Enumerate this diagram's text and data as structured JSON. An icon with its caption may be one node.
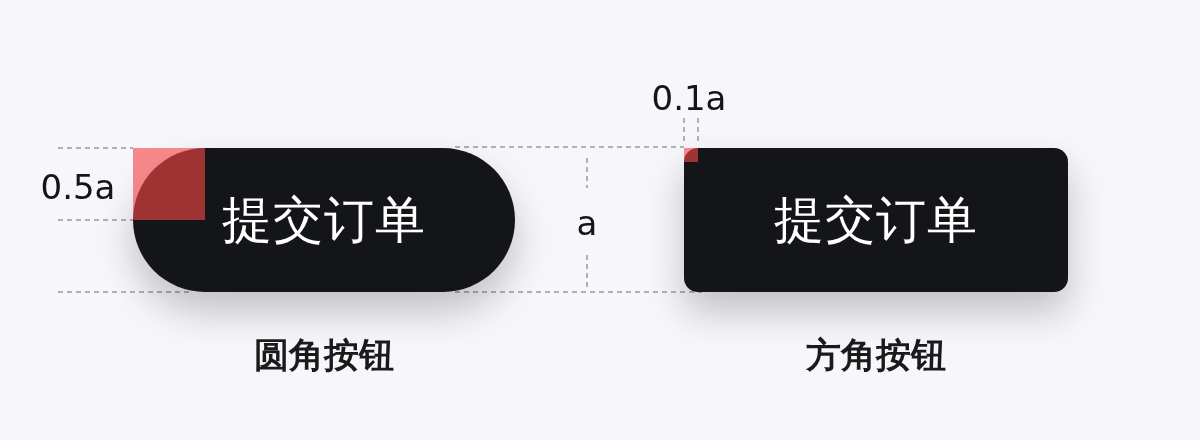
{
  "diagram": {
    "nodes": [
      {
        "text": [
          "提交订单"
        ],
        "beside": [
          "圆角按钮"
        ]
      },
      {
        "text": [
          "提交订单"
        ],
        "beside": [
          "方角按钮"
        ]
      }
    ],
    "edges": [],
    "labels": [
      "0.1a",
      "0.5a",
      "a"
    ]
  }
}
